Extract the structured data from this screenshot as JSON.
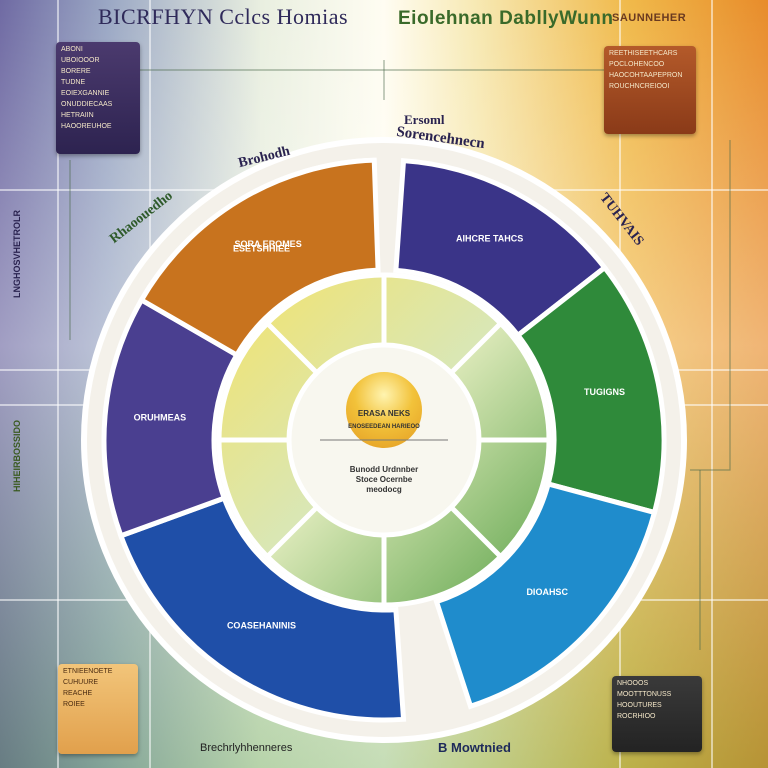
{
  "header": {
    "title_left": "BICRFHYN Cclcs Homias",
    "title_right": "Eiolehnan DabllyWunn",
    "title_right_small": "SAUNNEHER"
  },
  "rim_labels": {
    "top_left": "Brohodh",
    "top_right_1": "Ersoml",
    "top_right_2": "Sorencehnecn",
    "left_arc": "Rhaoouedho",
    "right_arc": "TUHVAIS"
  },
  "wheel": {
    "segments": [
      {
        "name": "red",
        "color": "#c8261e",
        "label": "ESETSHHIEE"
      },
      {
        "name": "navy",
        "color": "#3a3488",
        "label": "AIHCRE TAHCS"
      },
      {
        "name": "green",
        "color": "#2f8a3a",
        "label": "TUGIGNS"
      },
      {
        "name": "cyan",
        "color": "#1f8ccc",
        "label": "DIOAHSC"
      },
      {
        "name": "blue",
        "color": "#1f4fa8",
        "label": "COASEHANINIS"
      },
      {
        "name": "violet",
        "color": "#4a3f90",
        "label": "ORUHMEAS"
      },
      {
        "name": "orange",
        "color": "#c8731e",
        "label": "SORA EROMES"
      }
    ],
    "center": {
      "title": "ERASA NEKS",
      "subtitle": "ENOSEEDEAN HARIEOO",
      "line1": "Bunodd Urdnnber",
      "line2": "Stoce Ocernbe",
      "line3": "meodocg"
    }
  },
  "panels": {
    "top_left": [
      "ABONI",
      "UBOIOOOR",
      "BORERE",
      "TUDNE",
      "EOIEXGANNIE",
      "ONUDDIECAAS",
      "HETRAIIN",
      "HAOOREUHOE"
    ],
    "top_right": [
      "REETHISEETHCARS",
      "POCLOHENCOO",
      "HAOCOHTAAPEPRON",
      "ROUCHNCREIOOI"
    ],
    "bottom_left": [
      "ETNIEENOETE",
      "CUHUURE",
      "REACHE",
      "ROIEE"
    ],
    "bottom_right": [
      "NHOOOS",
      "MOOTTTONUSS",
      "HOOUTURES",
      "ROCRHIOO"
    ]
  },
  "side_labels": {
    "left_1": "LNGHOSVHETROLR",
    "left_2": "HIHEIRBOSSIDO"
  },
  "footer": {
    "left": "Brechrlyhhenneres",
    "right": "B Mowtnied"
  }
}
